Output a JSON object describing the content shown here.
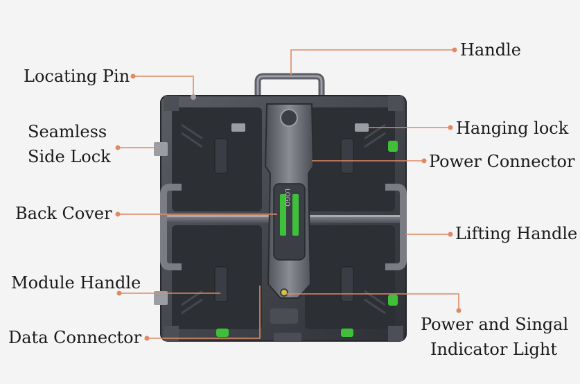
{
  "diagram": {
    "labels": {
      "handle": "Handle",
      "locating_pin": "Locating Pin",
      "seamless_side_lock_1": "Seamless",
      "seamless_side_lock_2": "Side Lock",
      "hanging_lock": "Hanging lock",
      "power_connector": "Power Connector",
      "back_cover": "Back Cover",
      "lifting_handle": "Lifting Handle",
      "module_handle": "Module Handle",
      "data_connector": "Data Connector",
      "indicator_light_1": "Power and Singal",
      "indicator_light_2": "Indicator Light"
    },
    "logo_text": "LOGO",
    "colors": {
      "leader": "#e08a64",
      "frame": "#3a3d42",
      "panel": "#2b2e33",
      "accent_green": "#3fbf3a",
      "spine": "#6a6e74"
    }
  }
}
